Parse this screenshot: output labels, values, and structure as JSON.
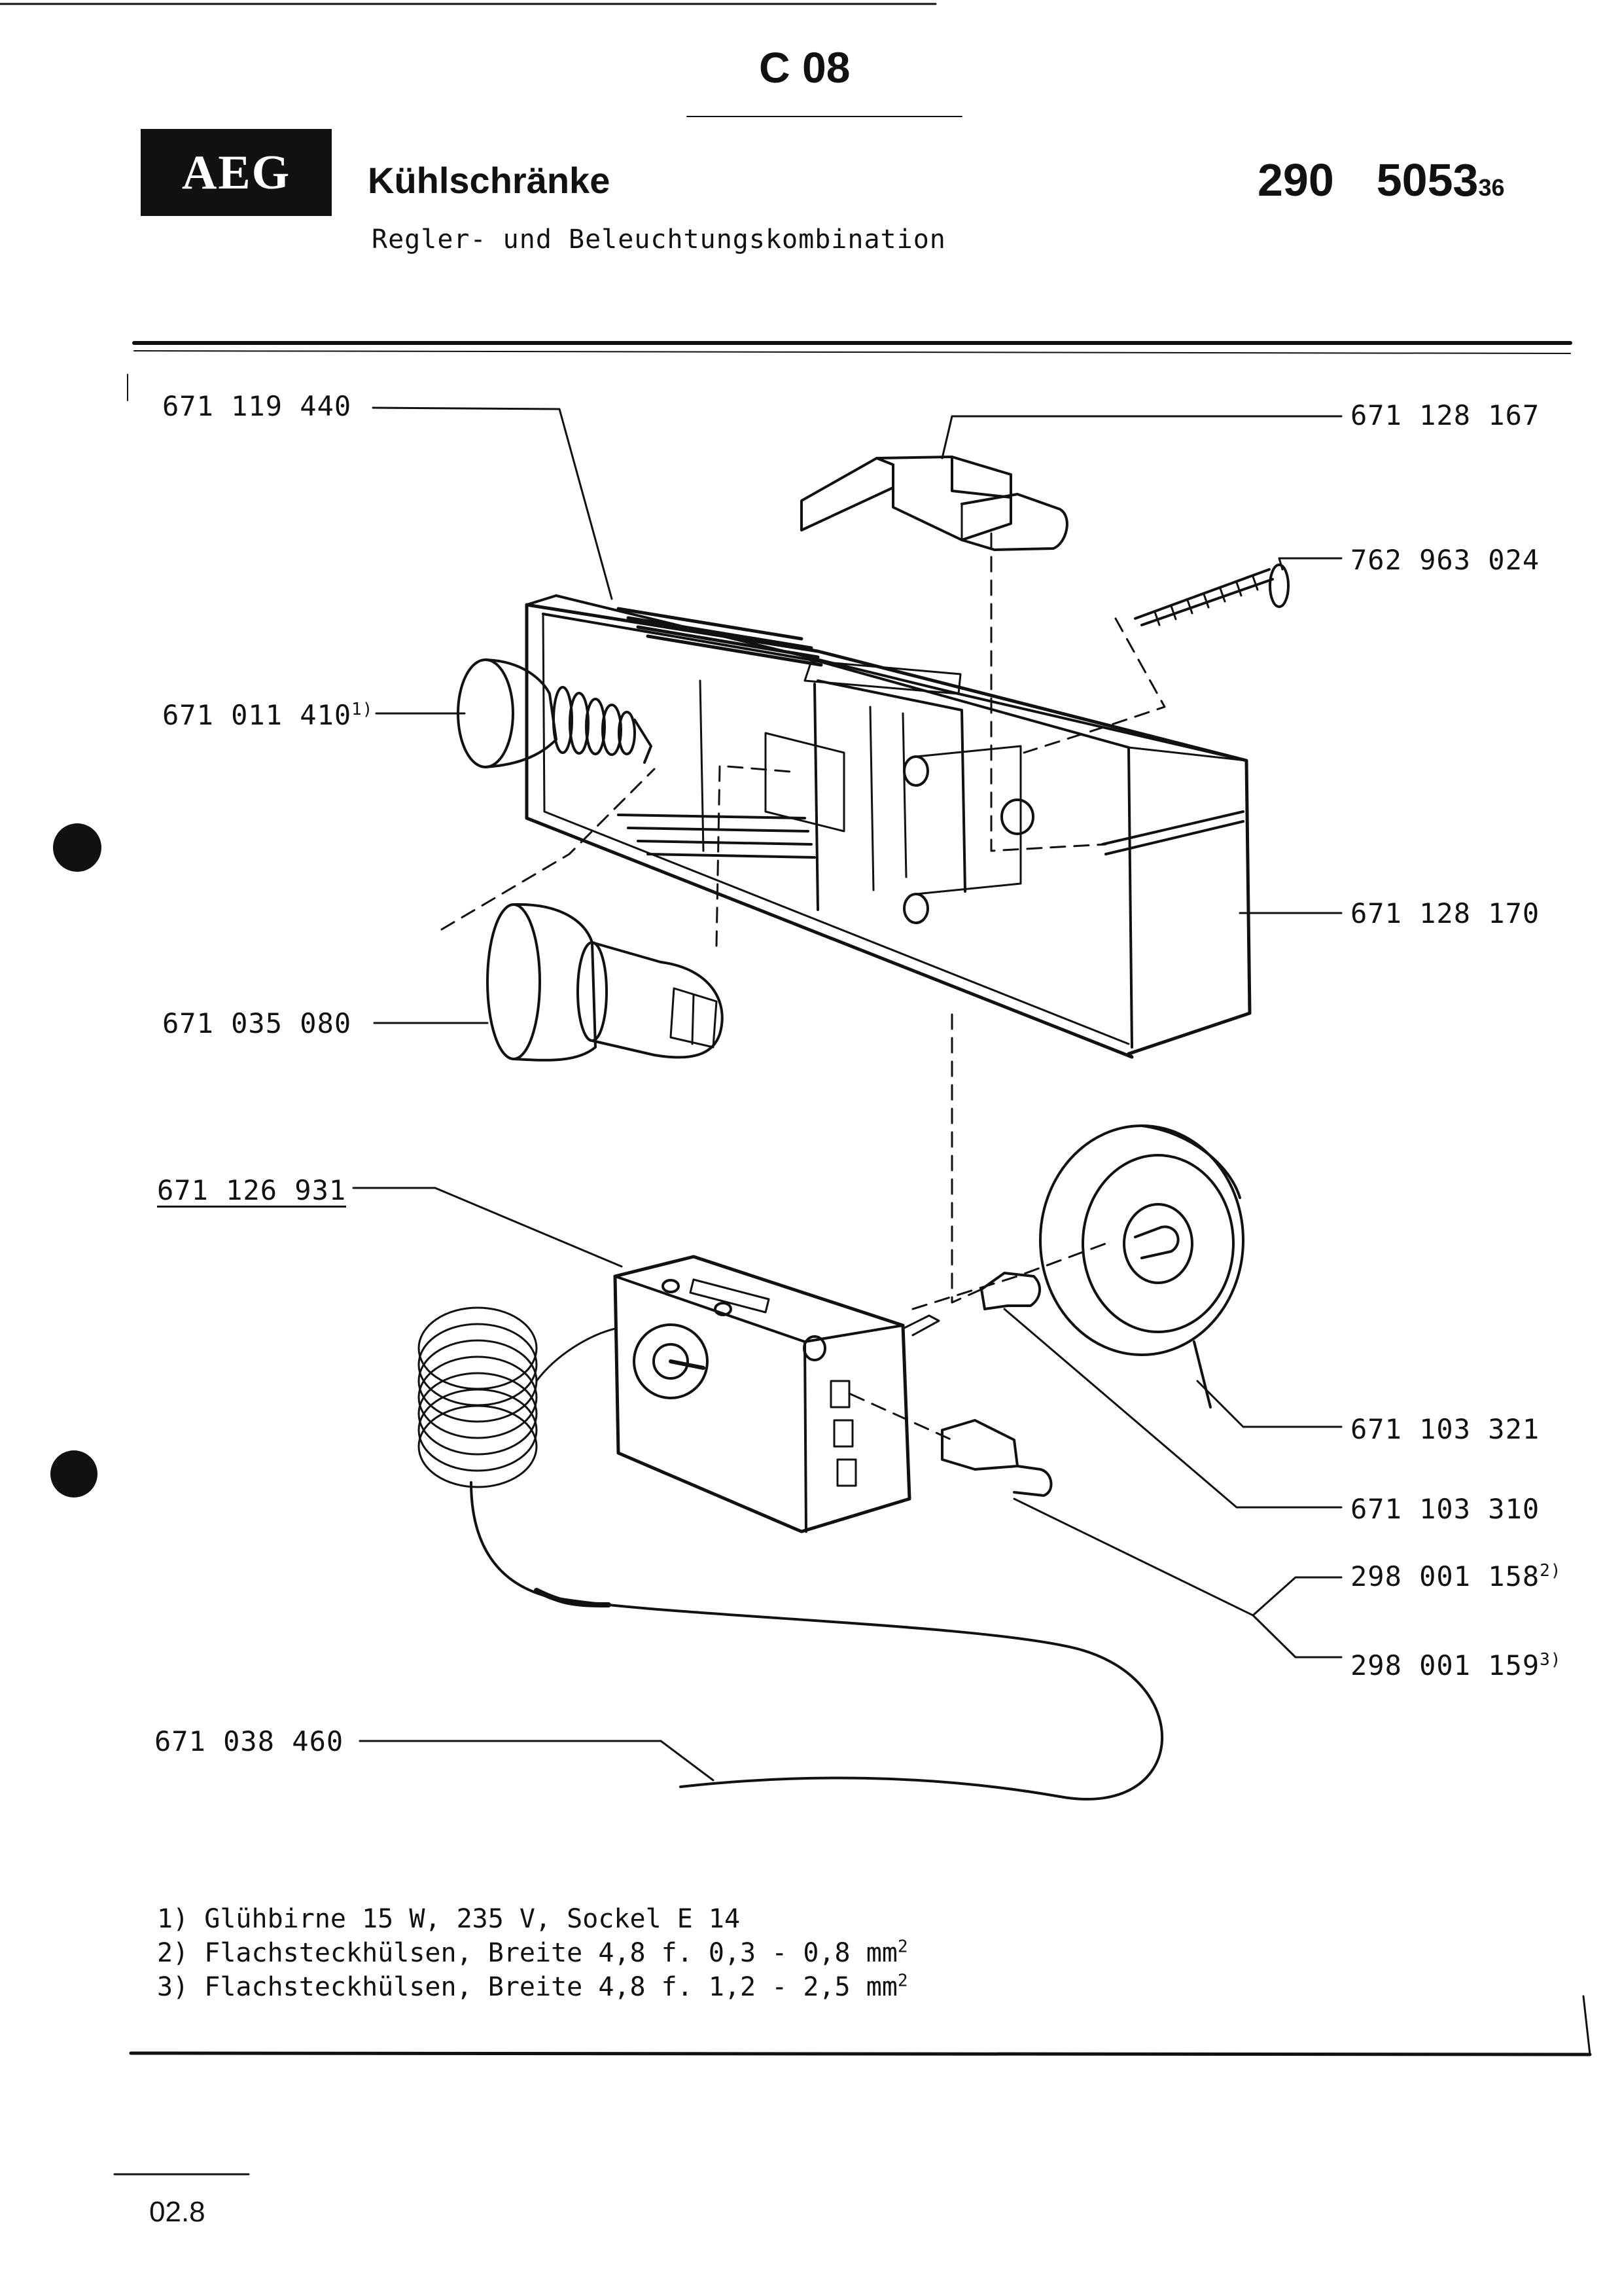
{
  "header": {
    "section_code": "C 08",
    "brand": "AEG",
    "title": "Kühlschränke",
    "subtitle": "Regler- und Beleuchtungskombination",
    "doc_number_main": "290",
    "doc_number_sub": "5053",
    "doc_number_suffix": "36"
  },
  "parts": [
    {
      "id": "p1",
      "number": "671 119 440",
      "note": ""
    },
    {
      "id": "p2",
      "number": "671 128 167",
      "note": ""
    },
    {
      "id": "p3",
      "number": "762 963 024",
      "note": ""
    },
    {
      "id": "p4",
      "number": "671 011 410",
      "note": "1)"
    },
    {
      "id": "p5",
      "number": "671 128 170",
      "note": ""
    },
    {
      "id": "p6",
      "number": "671 035 080",
      "note": ""
    },
    {
      "id": "p7",
      "number": "671 126 931",
      "note": ""
    },
    {
      "id": "p8",
      "number": "671 103 321",
      "note": ""
    },
    {
      "id": "p9",
      "number": "671 103 310",
      "note": ""
    },
    {
      "id": "p10",
      "number": "298 001 158",
      "note": "2)"
    },
    {
      "id": "p11",
      "number": "298 001 159",
      "note": "3)"
    },
    {
      "id": "p12",
      "number": "671 038 460",
      "note": ""
    }
  ],
  "footnotes": [
    {
      "marker": "1)",
      "text": "Glühbirne 15 W, 235 V, Sockel E 14",
      "exp": ""
    },
    {
      "marker": "2)",
      "text": "Flachsteckhülsen, Breite 4,8 f. 0,3 - 0,8 mm",
      "exp": "2"
    },
    {
      "marker": "3)",
      "text": "Flachsteckhülsen, Breite 4,8 f. 1,2 - 2,5 mm",
      "exp": "2"
    }
  ],
  "footer": {
    "date_code": "02.8"
  },
  "colors": {
    "ink": "#111111",
    "paper": "#ffffff",
    "logo_bg": "#111111",
    "logo_fg": "#ffffff"
  }
}
